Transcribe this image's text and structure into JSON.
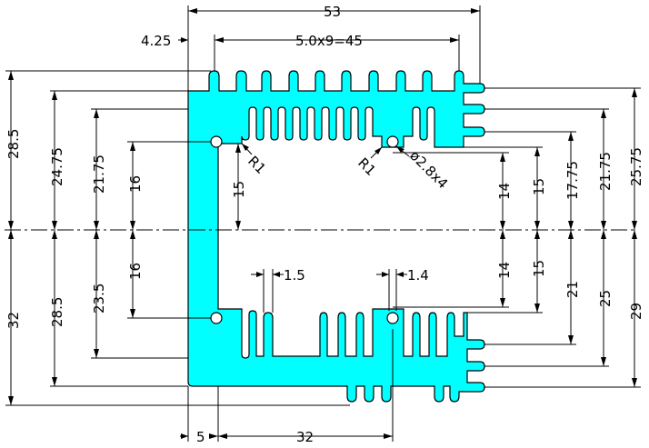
{
  "colors": {
    "profile": "#00FFFF",
    "lines": "#000000",
    "background": "#ffffff"
  },
  "dimensions": {
    "overall_width": "53",
    "left_offset": "4.25",
    "fin_pitch": "5.0x9=45",
    "top_total": "28.5",
    "top_24": "24.75",
    "top_21": "21.75",
    "hole_top_offset": "16",
    "inner_height_top": "15",
    "bottom_total": "32",
    "bottom_28": "28.5",
    "bottom_23": "23.5",
    "hole_bottom_offset": "16",
    "fin_width_1": "1.5",
    "fin_width_2": "1.4",
    "right_14_top": "14",
    "right_15_top": "15",
    "right_17": "17.75",
    "right_21_top": "21.75",
    "right_25_top": "25.75",
    "right_14_bottom": "14",
    "right_15_bottom": "15",
    "right_21_bottom": "21",
    "right_25_bottom": "25",
    "right_29": "29",
    "wall": "5",
    "bottom_width": "32",
    "radius_1": "R1",
    "radius_2": "R1",
    "hole_spec": "ø2.8x4"
  }
}
